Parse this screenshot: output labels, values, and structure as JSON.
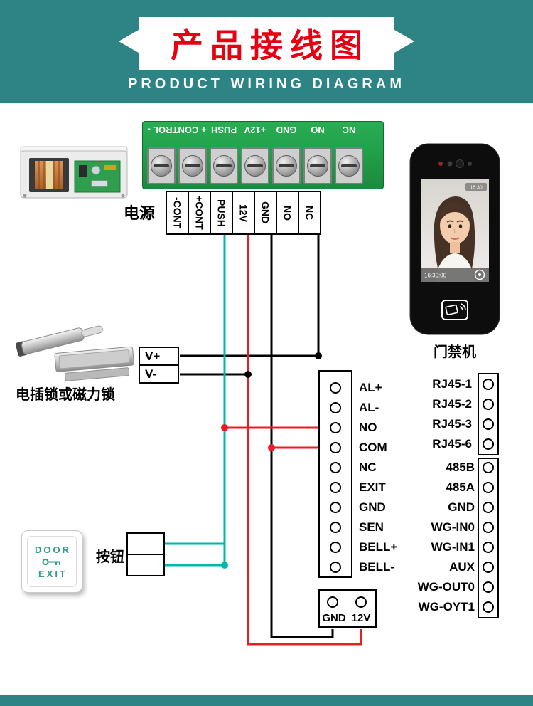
{
  "header": {
    "title": "产品接线图",
    "subtitle": "PRODUCT WIRING DIAGRAM"
  },
  "section_labels": {
    "power": "电源",
    "lock": "电插锁或磁力锁",
    "push_button": "按钮",
    "device": "门禁机"
  },
  "pcb": {
    "silk_labels": [
      "+ CONTROL -",
      "PUSH",
      "+12V",
      "GND",
      "NO",
      "NC"
    ]
  },
  "power_terminals": [
    "-CONT",
    "+CONT",
    "PUSH",
    "12V",
    "GND",
    "NO",
    "NC"
  ],
  "lock_terminals": [
    "V+",
    "V-"
  ],
  "controller_pins": [
    "AL+",
    "AL-",
    "NO",
    "COM",
    "NC",
    "EXIT",
    "GND",
    "SEN",
    "BELL+",
    "BELL-"
  ],
  "rj45_pins": [
    "RJ45-1",
    "RJ45-2",
    "RJ45-3",
    "RJ45-6"
  ],
  "comm_pins": [
    "485B",
    "485A",
    "GND",
    "WG-IN0",
    "WG-IN1",
    "AUX",
    "WG-OUT0",
    "WG-OYT1"
  ],
  "bottom_connector_pins": [
    "GND",
    "12V"
  ],
  "exit_button": {
    "top": "DOOR",
    "bottom": "EXIT"
  },
  "device_screen": {
    "time": "16:30:00",
    "time_top": "16:30"
  },
  "colors": {
    "banner": "#2e8384",
    "title_red": "#e60012",
    "wire_black": "#000000",
    "wire_red": "#ec1c24",
    "wire_teal": "#00b7ae",
    "pcb_green": "#22a24c"
  }
}
